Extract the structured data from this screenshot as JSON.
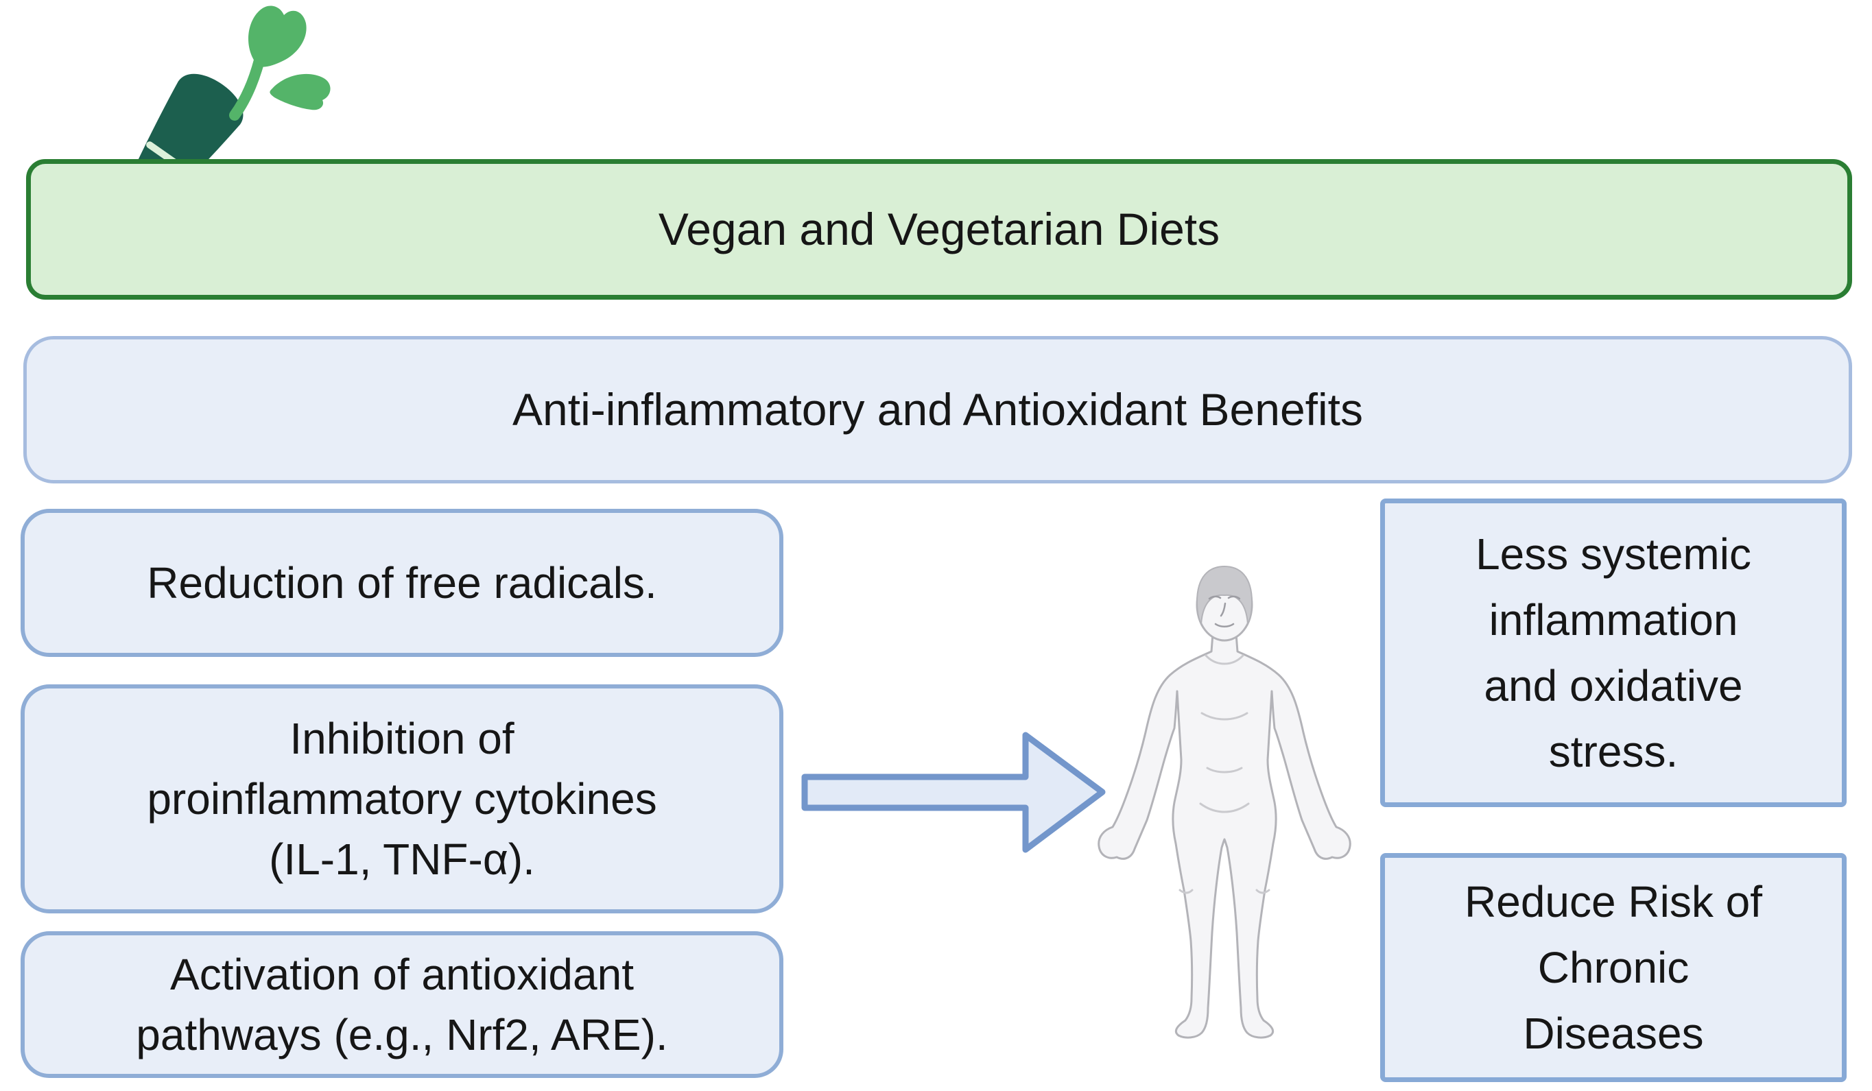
{
  "banner": {
    "title": "Vegan and Vegetarian Diets",
    "subtitle": "Anti-inflammatory and Antioxidant Benefits"
  },
  "mechanisms": [
    {
      "label": "Reduction of free radicals.",
      "lines": [
        "Reduction of free radicals."
      ]
    },
    {
      "label": "Inhibition of proinflammatory cytokines (IL-1, TNF-α).",
      "lines": [
        "Inhibition of",
        "proinflammatory cytokines",
        "(IL-1, TNF-α)."
      ]
    },
    {
      "label": "Activation of antioxidant pathways (e.g., Nrf2, ARE).",
      "lines": [
        "Activation of antioxidant",
        "pathways (e.g., Nrf2, ARE)."
      ]
    }
  ],
  "outcomes": [
    {
      "label": "Less systemic inflammation and oxidative stress.",
      "lines": [
        "Less systemic",
        "inflammation",
        "and oxidative",
        "stress."
      ]
    },
    {
      "label": "Reduce Risk of Chronic Diseases",
      "lines": [
        "Reduce Risk of",
        "Chronic",
        "Diseases"
      ]
    }
  ],
  "icons": {
    "carrot": "carrot-icon",
    "arrow": "right-arrow-icon",
    "human": "human-figure-icon"
  },
  "colors": {
    "banner_green_fill": "#d9efd5",
    "banner_green_border": "#2a7e33",
    "box_blue_fill": "#e8eef8",
    "box_blue_border": "#8fadd6",
    "banner_blue_border": "#a6bcdf",
    "outcome_box_border": "#87a9d6",
    "arrow_fill": "#e2eaf7",
    "arrow_stroke": "#7396cb",
    "carrot_body": "#1c5f4e",
    "carrot_stripe": "#ddf1da",
    "carrot_leaves": "#54b469",
    "figure_fill": "#f5f5f7",
    "figure_line": "#b3b3b8",
    "figure_hair": "#c9c9cd",
    "text_color": "#161616"
  }
}
